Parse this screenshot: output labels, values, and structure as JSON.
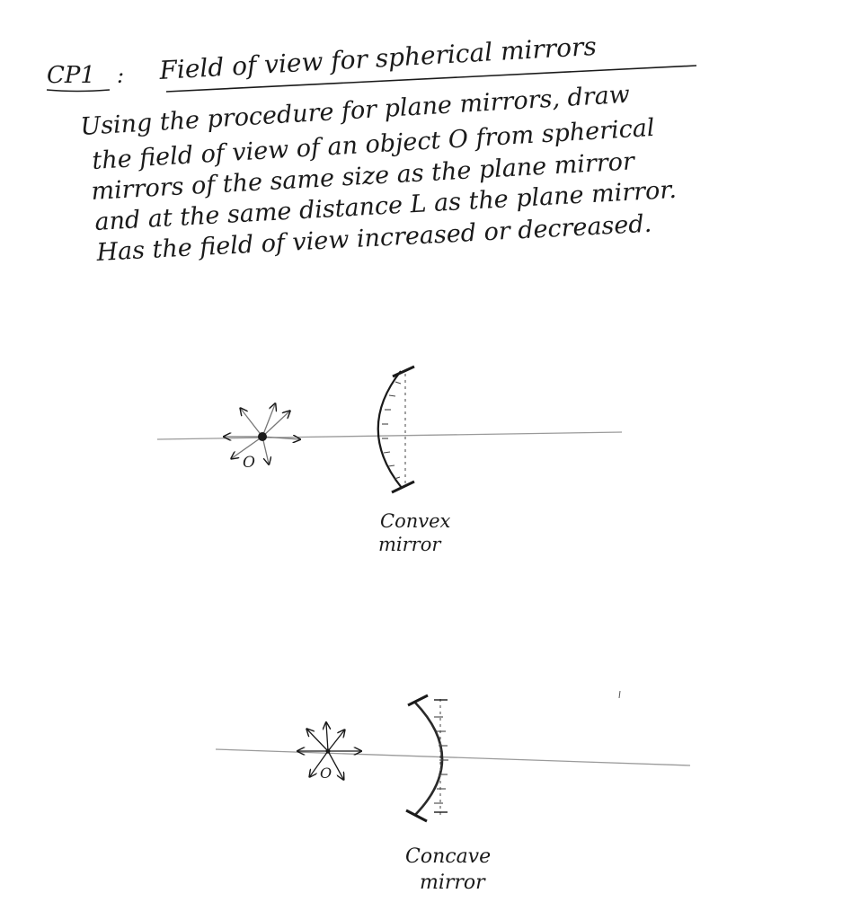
{
  "heading": {
    "label": "CP1",
    "separator": ":",
    "title": "Field of view for spherical mirrors"
  },
  "instructions": [
    "Using the procedure for plane mirrors, draw",
    "the field of view of an object O from spherical",
    "mirrors of the same size as the plane mirror",
    "and at the same distance L as the plane mirror.",
    "Has the field of view increased or decreased."
  ],
  "diagrams": {
    "convex": {
      "object_label": "O",
      "caption_line1": "Convex",
      "caption_line2": "mirror"
    },
    "concave": {
      "object_label": "O",
      "caption_line1": "Concave",
      "caption_line2": "mirror"
    }
  },
  "colors": {
    "ink": "#1a1a1a",
    "axis": "#9a9a9a",
    "dashed": "#555555"
  }
}
